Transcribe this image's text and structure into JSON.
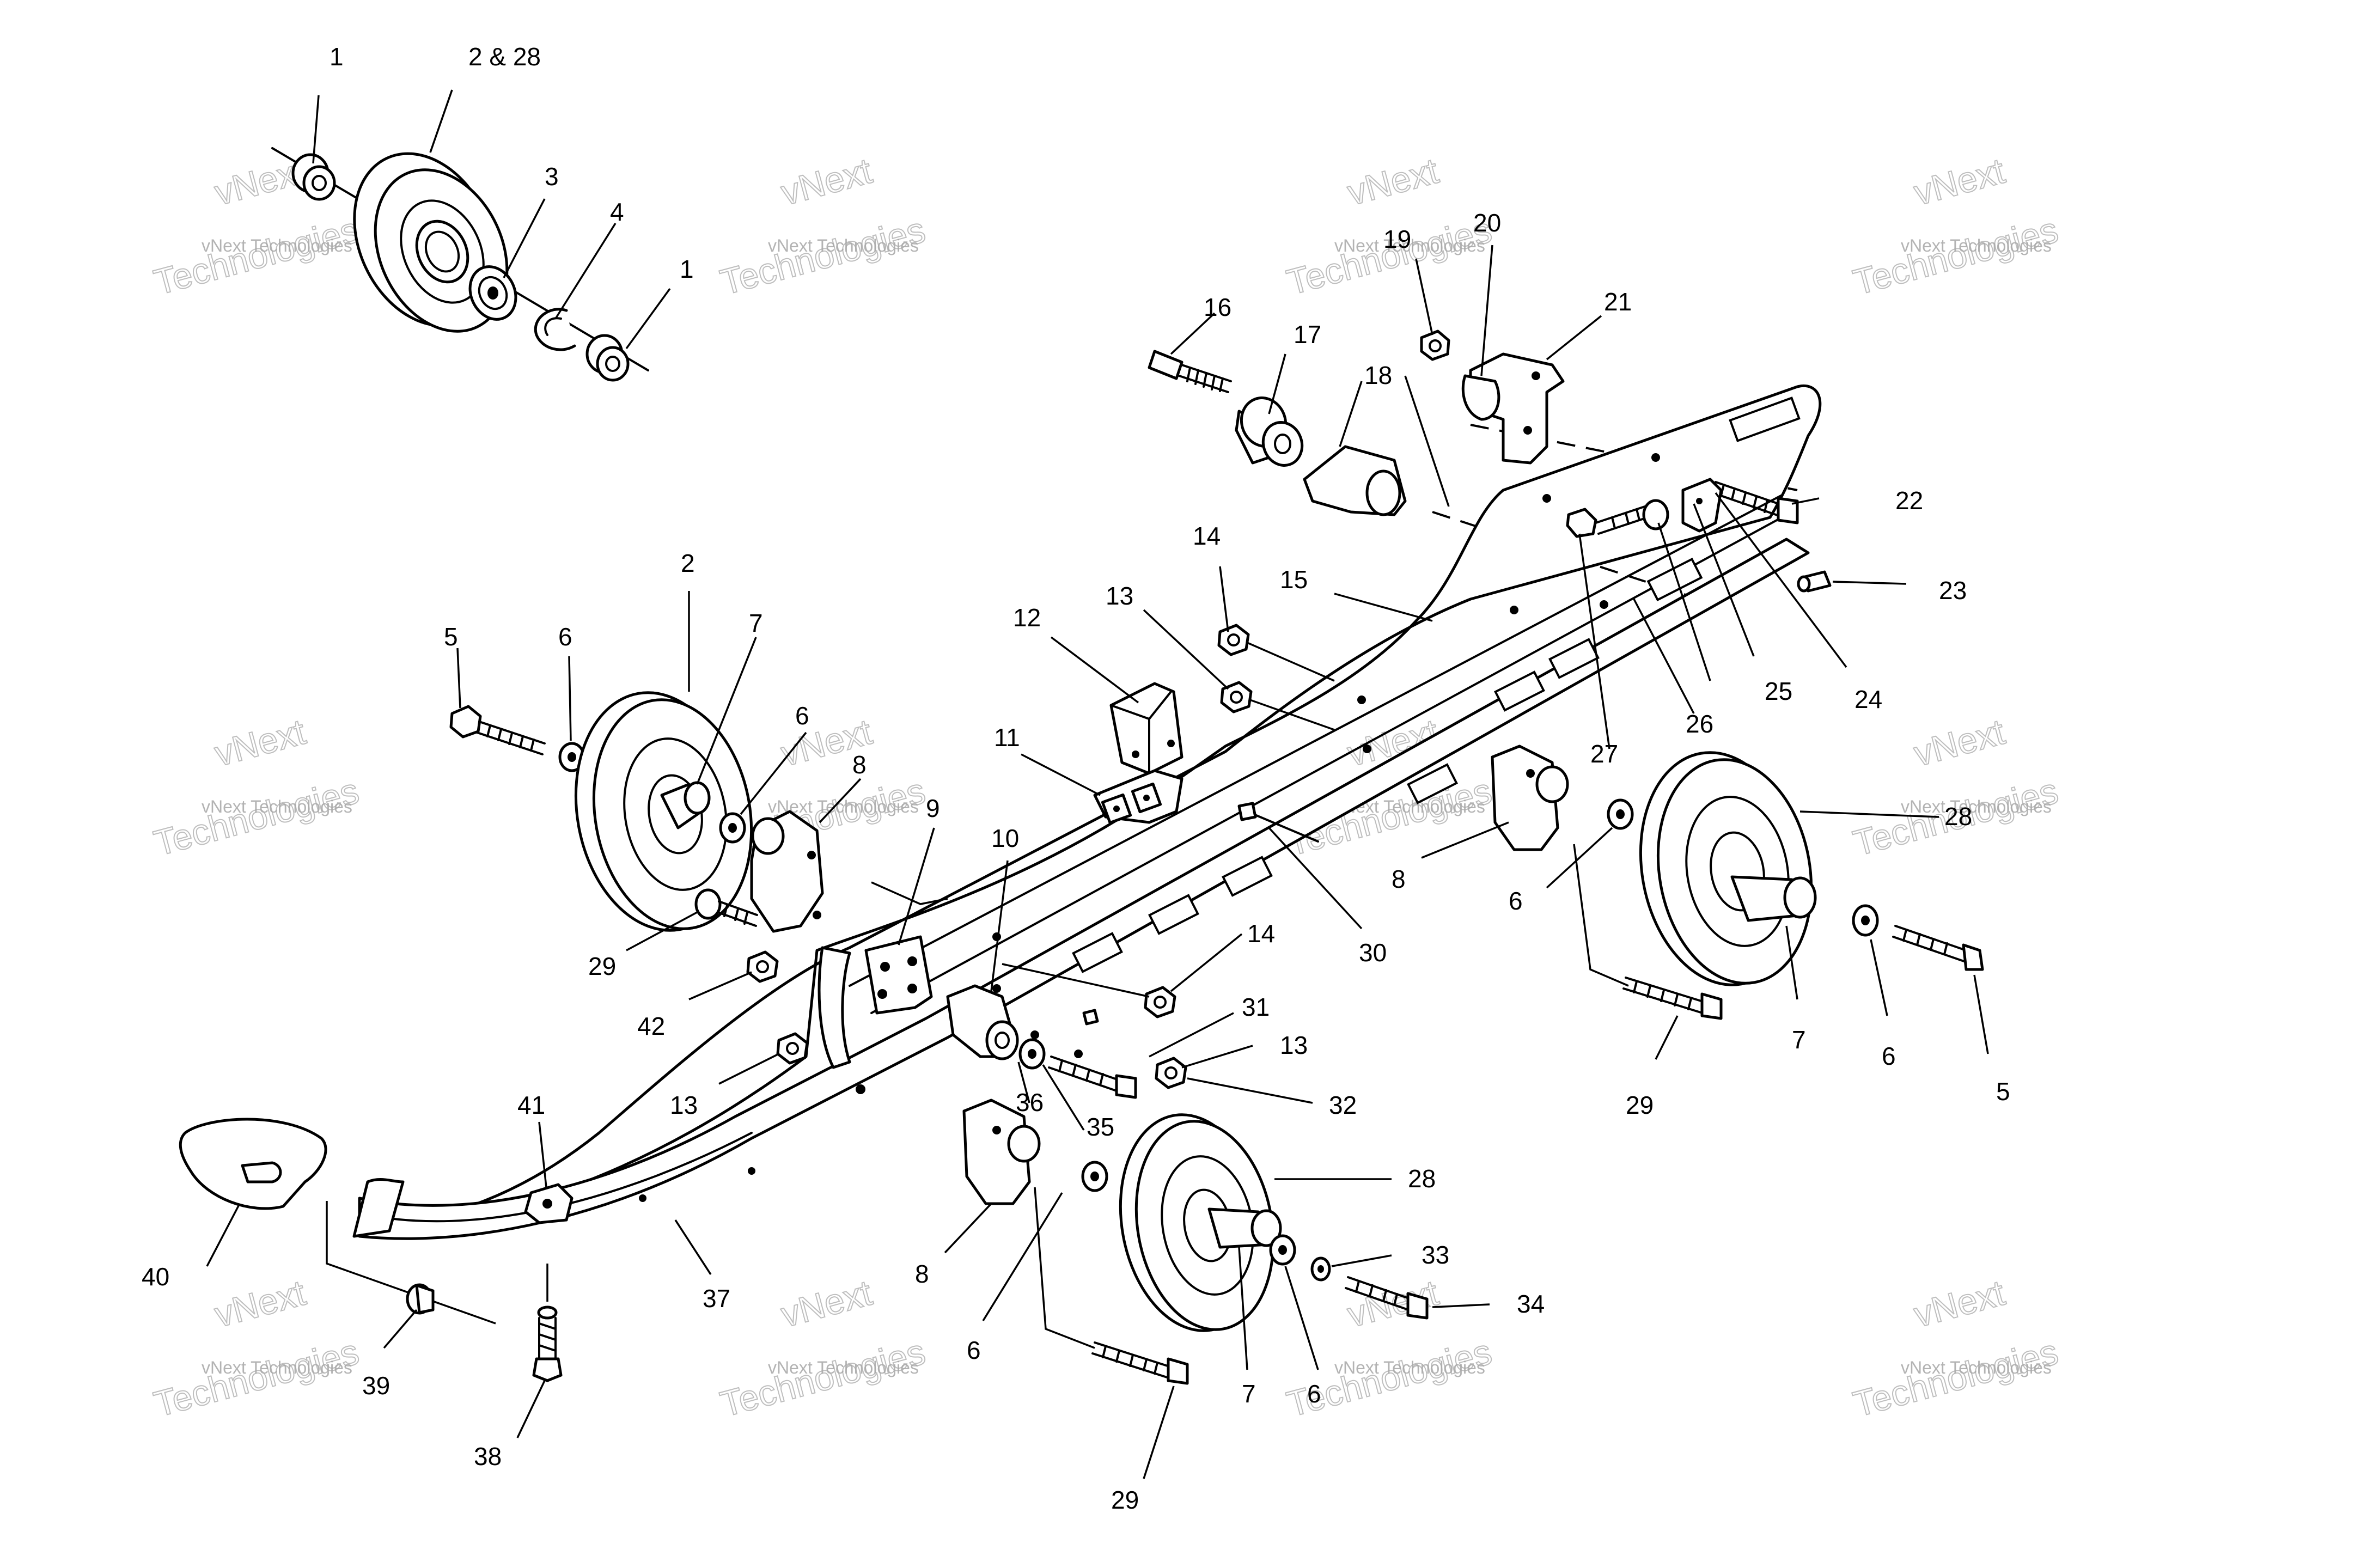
{
  "watermark": {
    "brand": "vNext",
    "line": "vNext Technologies",
    "big": "Technologies"
  },
  "callouts": {
    "c1a": "1",
    "c2and28": "2 & 28",
    "c3": "3",
    "c4": "4",
    "c1b": "1",
    "c16": "16",
    "c17": "17",
    "c18": "18",
    "c19": "19",
    "c20": "20",
    "c21": "21",
    "c22": "22",
    "c23": "23",
    "c24": "24",
    "c25": "25",
    "c26": "26",
    "c27": "27",
    "c14a": "14",
    "c15": "15",
    "c13a": "13",
    "c12": "12",
    "c11": "11",
    "c2": "2",
    "c5a": "5",
    "c6a": "6",
    "c7a": "7",
    "c6b": "6",
    "c8a": "8",
    "c9": "9",
    "c10": "10",
    "c29a": "29",
    "c42": "42",
    "c13b": "13",
    "c41": "41",
    "c40": "40",
    "c39": "39",
    "c38": "38",
    "c37": "37",
    "c36": "36",
    "c35": "35",
    "c8b": "8",
    "c6c": "6",
    "c7b": "7",
    "c6d": "6",
    "c29b": "29",
    "c28a": "28",
    "c33": "33",
    "c34": "34",
    "c32": "32",
    "c13c": "13",
    "c31": "31",
    "c14b": "14",
    "c30": "30",
    "c8c": "8",
    "c6e": "6",
    "c28b": "28",
    "c29c": "29",
    "c7c": "7",
    "c6f": "6",
    "c5b": "5"
  }
}
